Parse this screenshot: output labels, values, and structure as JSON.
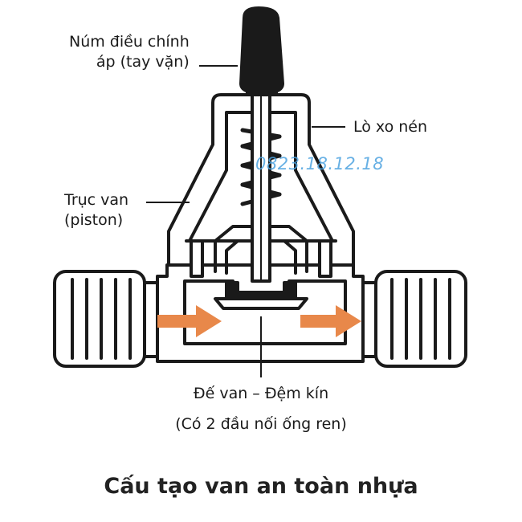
{
  "labels": {
    "knob": [
      "Núm điều chính",
      "áp (tay vặn)"
    ],
    "spring": "Lò xo nén",
    "stem": [
      "Trục van",
      "(piston)"
    ],
    "seat": "Đế van – Đệm kín",
    "ends": "(Có 2 đầu nối ống ren)"
  },
  "watermark": "0823.18.12.18",
  "title": "Cấu tạo van an toàn nhựa",
  "colors": {
    "flow_arrow": "#e8884a",
    "ink": "#1a1a1a",
    "watermark": "#4da3e0"
  },
  "icons": {
    "flow": "arrow-right-icon"
  }
}
